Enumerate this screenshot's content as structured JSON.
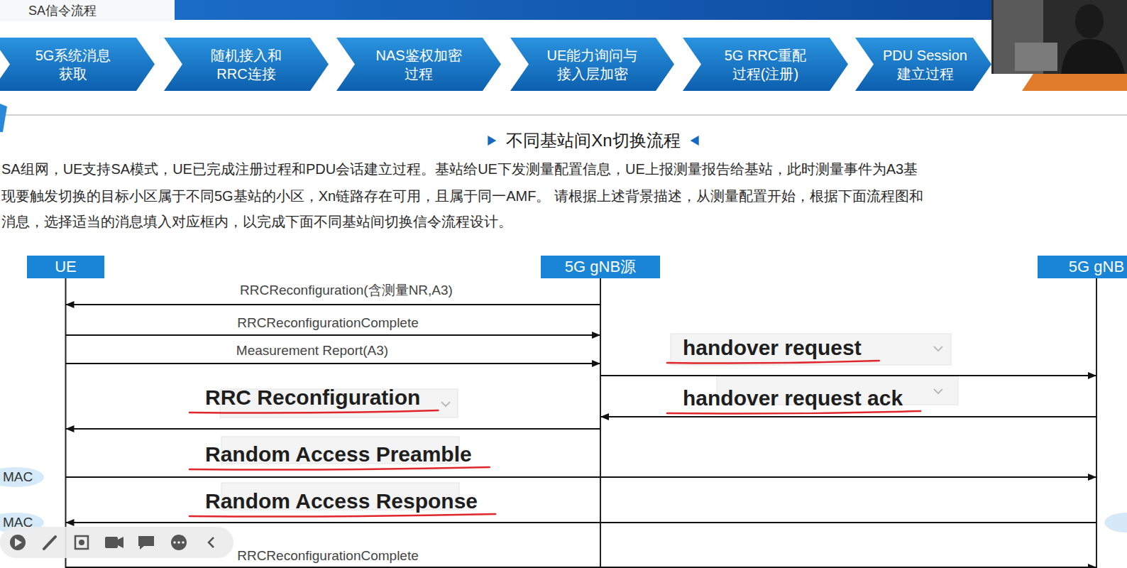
{
  "diagram": {
    "title": "不同基站间Xn切换流程",
    "nodes": [
      {
        "text": [
          "5G系统消息 获取"
        ]
      },
      {
        "text": [
          "随机接入和 RRC连接"
        ]
      },
      {
        "text": [
          "NAS鉴权加密 过程"
        ]
      },
      {
        "text": [
          "UE能力询问与 接入层加密"
        ]
      },
      {
        "text": [
          "5G RRC重配 过程(注册)"
        ]
      },
      {
        "text": [
          "PDU Session 建立过程"
        ]
      },
      {
        "text": [
          "UE"
        ]
      },
      {
        "text": [
          "5G gNB源"
        ]
      },
      {
        "text": [
          "5G gNB"
        ]
      }
    ],
    "edges": [
      {
        "from": 7,
        "to": 6,
        "arrow": "to",
        "label": "RRCReconfiguration(含测量NR,A3)"
      },
      {
        "from": 6,
        "to": 7,
        "arrow": "to",
        "label": "RRCReconfigurationComplete"
      },
      {
        "from": 6,
        "to": 7,
        "arrow": "to",
        "label": "Measurement Report(A3)"
      },
      {
        "from": 7,
        "to": 8,
        "arrow": "to",
        "label": "handover request"
      },
      {
        "from": 8,
        "to": 7,
        "arrow": "to",
        "label": "handover request ack"
      },
      {
        "from": 7,
        "to": 6,
        "arrow": "to",
        "label": "RRC Reconfiguration"
      },
      {
        "from": 6,
        "to": 8,
        "arrow": "to",
        "label": "Random Access Preamble"
      },
      {
        "from": 8,
        "to": 6,
        "arrow": "to",
        "label": "Random Access Response"
      },
      {
        "from": 6,
        "to": 8,
        "arrow": "to",
        "label": "RRCReconfigurationComplete"
      }
    ],
    "labels": [
      "SA信令流程",
      "SA组网，UE支持SA模式，UE已完成注册过程和PDU会话建立过程。基站给UE下发测量配置信息，UE上报测量报告给基站，此时测量事件为A3基",
      "现要触发切换的目标小区属于不同5G基站的小区，Xn链路存在可用，且属于同一AMF。 请根据上述背景描述，从测量配置开始，根据下面流程图和",
      "消息，选择适当的消息填入对应框内，以完成下面不同基站间切换信令流程设计。",
      "MAC",
      "MAC"
    ]
  }
}
